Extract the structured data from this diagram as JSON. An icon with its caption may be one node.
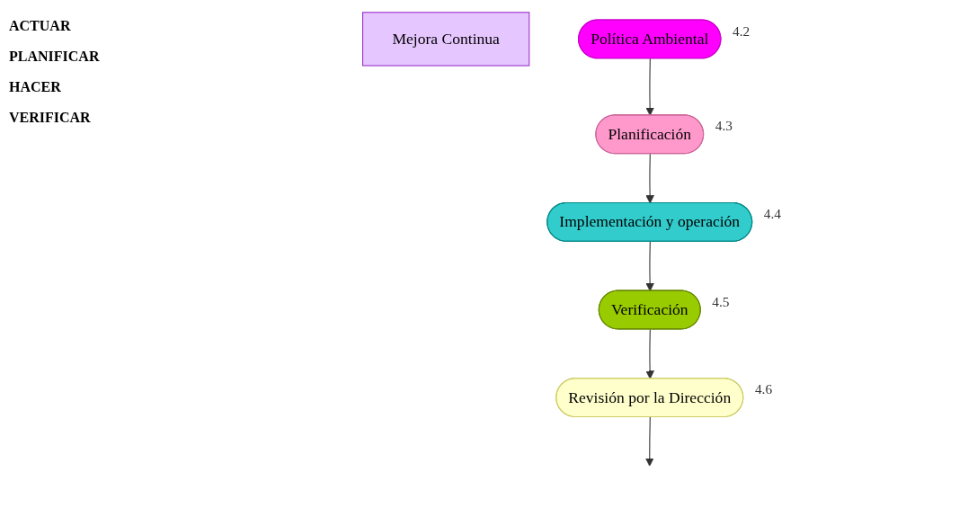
{
  "diagram": {
    "nodes": [
      {
        "text": [
          "Mejora Continua"
        ]
      },
      {
        "text": [
          "Política Ambiental"
        ],
        "beside": [
          "4.2"
        ]
      },
      {
        "text": [
          "Planificación"
        ],
        "beside": [
          "4.3"
        ]
      },
      {
        "text": [
          "Implementación y operación"
        ],
        "beside": [
          "4.4"
        ]
      },
      {
        "text": [
          "Verificación"
        ],
        "beside": [
          "4.5"
        ]
      },
      {
        "text": [
          "Revisión por la Dirección"
        ],
        "beside": [
          "4.6"
        ]
      }
    ],
    "edges": [
      {
        "from": 1,
        "to": 2,
        "arrow": "to"
      },
      {
        "from": 2,
        "to": 3,
        "arrow": "to"
      },
      {
        "from": 3,
        "to": 4,
        "arrow": "to"
      },
      {
        "from": 4,
        "to": 5,
        "arrow": "to"
      },
      {
        "from": 5,
        "to": null,
        "arrow": "to"
      }
    ],
    "labels": [
      "ACTUAR",
      "PLANIFICAR",
      "HACER",
      "VERIFICAR"
    ]
  }
}
